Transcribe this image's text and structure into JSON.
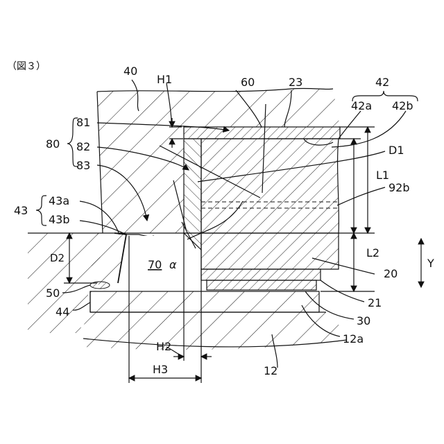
{
  "figure": {
    "number": "（図３）",
    "labels": {
      "l40": "40",
      "l60": "60",
      "l23": "23",
      "l42": "42",
      "l42a": "42a",
      "l42b": "42b",
      "lH1": "H1",
      "l81": "81",
      "l82": "82",
      "l83": "83",
      "l80": "80",
      "lD1": "D1",
      "lL1": "L1",
      "l92b": "92b",
      "l43": "43",
      "l43a": "43a",
      "l43b": "43b",
      "lD2": "D2",
      "l70": "70",
      "lalpha": "α",
      "lL2": "L2",
      "lY": "Y",
      "l20": "20",
      "l50": "50",
      "l21": "21",
      "l44": "44",
      "l30": "30",
      "l12a": "12a",
      "lH2": "H2",
      "lH3": "H3",
      "l12": "12"
    }
  }
}
